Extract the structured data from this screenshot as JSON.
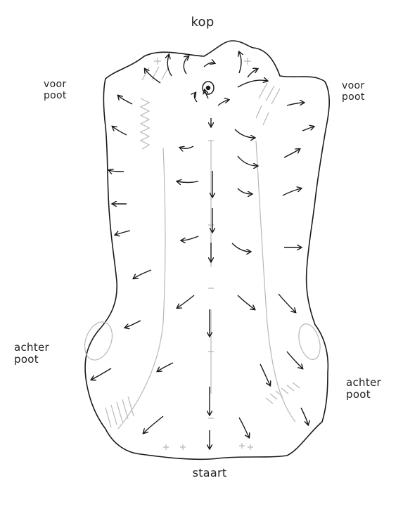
{
  "labels": {
    "head": "kop",
    "front_leg_left": [
      "voor",
      "poot"
    ],
    "front_leg_right": [
      "voor",
      "poot"
    ],
    "hind_leg_left": [
      "achter",
      "poot"
    ],
    "hind_leg_right": [
      "achter",
      "poot"
    ],
    "tail": "staart"
  },
  "colors": {
    "outline": "#1a1a1a",
    "arrow": "#1a1a1a",
    "pencil": "#b8b8b8",
    "background": "#ffffff"
  }
}
